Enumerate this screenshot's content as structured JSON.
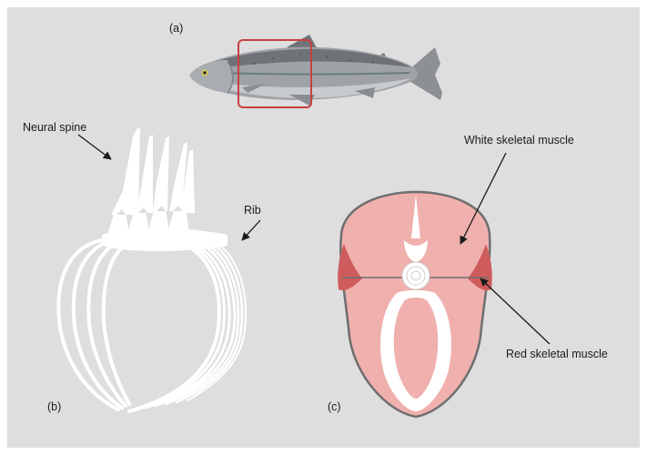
{
  "panels": {
    "a": {
      "letter": "(a)"
    },
    "b": {
      "letter": "(b)",
      "label_neural_spine": "Neural spine",
      "label_rib": "Rib"
    },
    "c": {
      "letter": "(c)",
      "label_white_muscle": "White skeletal muscle",
      "label_red_muscle": "Red skeletal muscle"
    }
  },
  "colors": {
    "background": "#dedede",
    "white_muscle": "#efb0ae",
    "red_muscle": "#cf5c5c",
    "outline": "#6e6e6e",
    "highlight_box": "#c84040",
    "bone": "#ffffff"
  }
}
